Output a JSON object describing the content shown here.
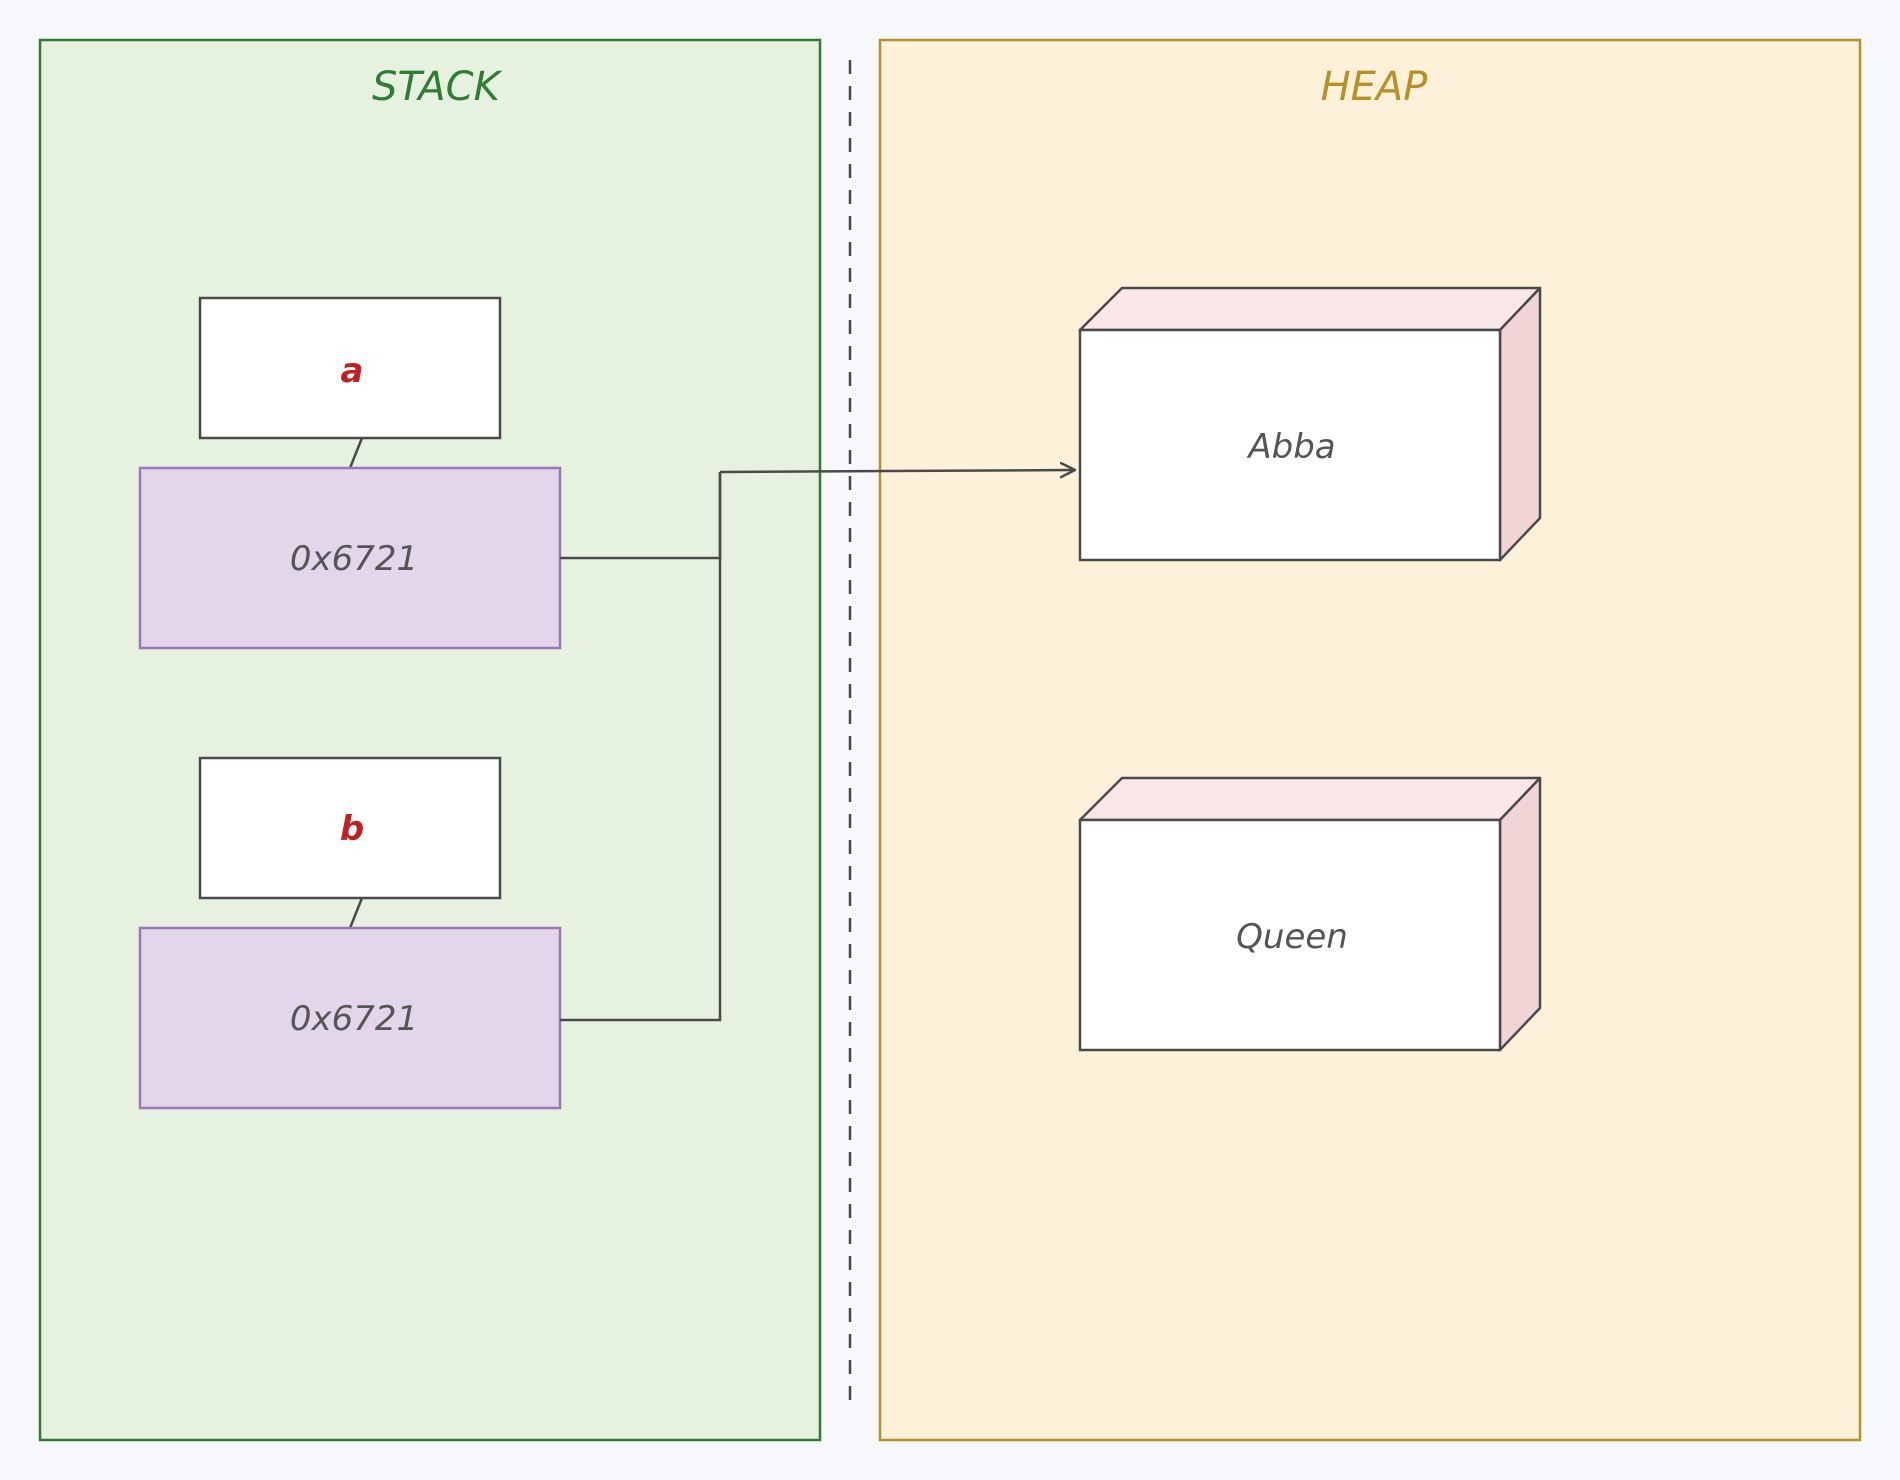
{
  "stack": {
    "title": "STACK",
    "variables": [
      {
        "name": "a",
        "value": "0x6721"
      },
      {
        "name": "b",
        "value": "0x6721"
      }
    ]
  },
  "heap": {
    "title": "HEAP",
    "objects": [
      "Abba",
      "Queen"
    ]
  },
  "colors": {
    "background": "#f7f8fb",
    "stack_fill": "#e6f2df",
    "stack_border": "#2f7d32",
    "heap_fill": "#fdf2d9",
    "heap_border": "#b8902a",
    "value_fill": "#e3d6eb",
    "value_border": "#9b78b8",
    "var_text": "#c0201f",
    "box_top": "#fbe7e7",
    "box_side": "#f1d4d6",
    "line": "#4a4a4a"
  }
}
